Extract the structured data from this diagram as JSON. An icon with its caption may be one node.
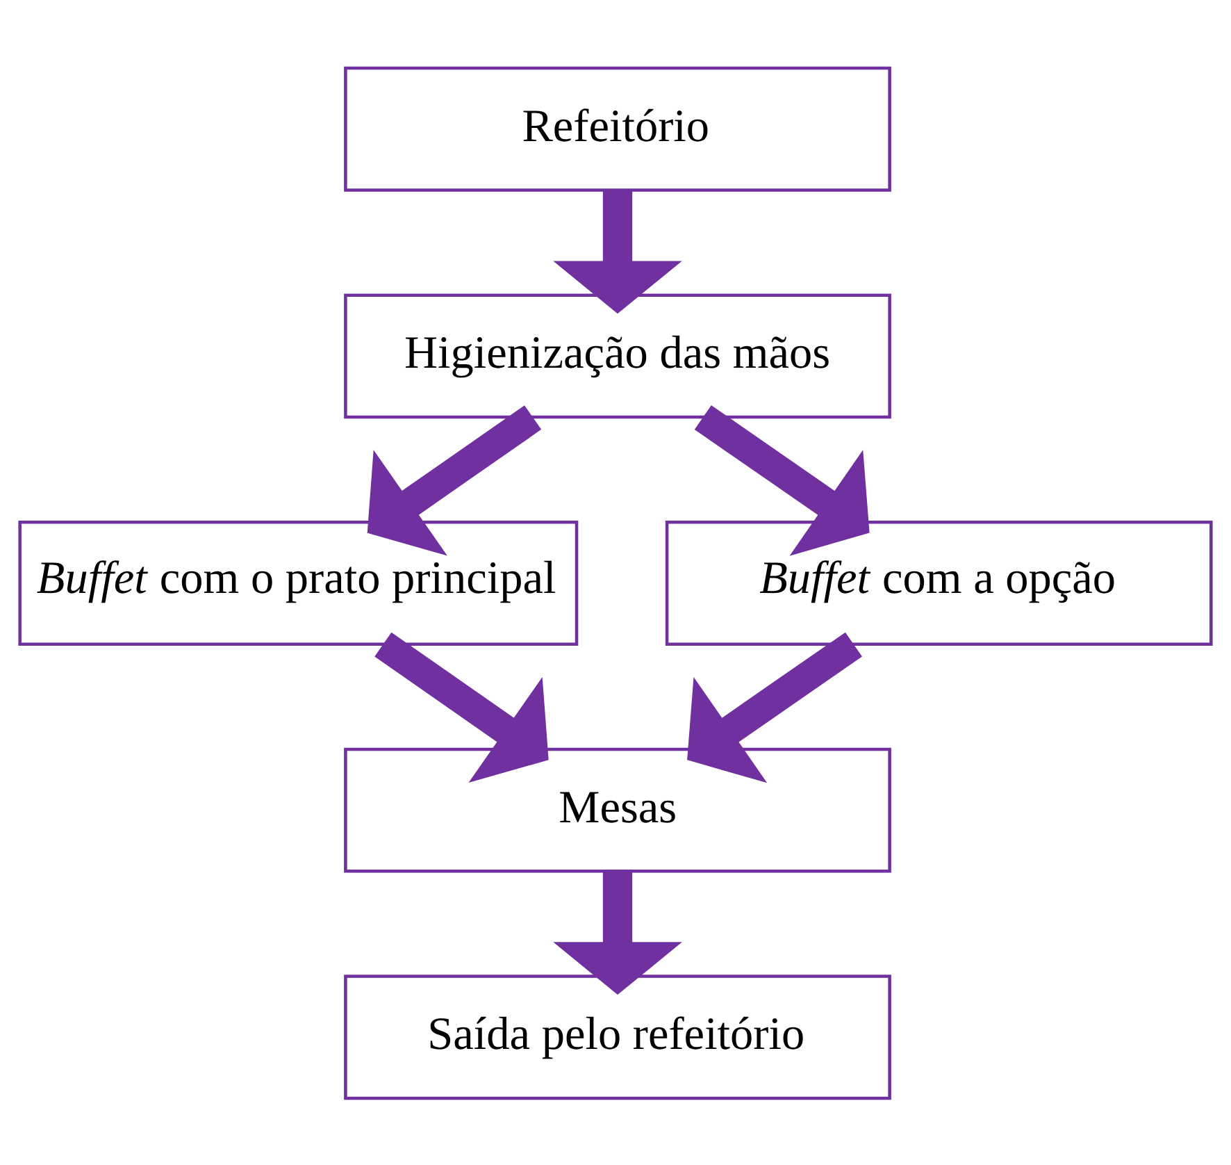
{
  "diagram": {
    "nodes": [
      {
        "text": [
          "Refeitório"
        ]
      },
      {
        "text": [
          "Higienização das mãos"
        ]
      },
      {
        "text": [
          "*Buffet* com o prato principal"
        ]
      },
      {
        "text": [
          "*Buffet* com a opção"
        ]
      },
      {
        "text": [
          "Mesas"
        ]
      },
      {
        "text": [
          "Saída pelo refeitório"
        ]
      }
    ],
    "edges": [
      {
        "from": 0,
        "to": 1,
        "arrow": "to"
      },
      {
        "from": 1,
        "to": 2,
        "arrow": "to"
      },
      {
        "from": 1,
        "to": 3,
        "arrow": "to"
      },
      {
        "from": 2,
        "to": 4,
        "arrow": "to"
      },
      {
        "from": 3,
        "to": 4,
        "arrow": "to"
      },
      {
        "from": 4,
        "to": 5,
        "arrow": "to"
      }
    ]
  }
}
